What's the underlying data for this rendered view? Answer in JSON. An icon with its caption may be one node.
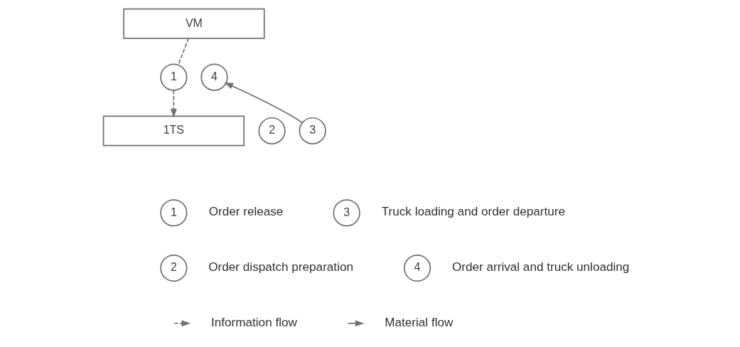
{
  "diagram": {
    "nodes": [
      {
        "text": [
          "VM"
        ]
      },
      {
        "text": [
          "1TS"
        ]
      },
      {
        "text": [
          "1"
        ]
      },
      {
        "text": [
          "2"
        ]
      },
      {
        "text": [
          "3"
        ]
      },
      {
        "text": [
          "4"
        ]
      },
      {
        "text": [
          "1"
        ],
        "beside": [
          "Order release"
        ]
      },
      {
        "text": [
          "2"
        ],
        "beside": [
          "Order dispatch preparation"
        ]
      },
      {
        "text": [
          "3"
        ],
        "beside": [
          "Truck loading and order departure"
        ]
      },
      {
        "text": [
          "4"
        ],
        "beside": [
          "Order arrival and truck unloading"
        ]
      }
    ],
    "edges": [
      {
        "from": 0,
        "to": 2,
        "arrow": "none",
        "style": "dashed"
      },
      {
        "from": 2,
        "to": 1,
        "arrow": "to",
        "style": "dashed"
      },
      {
        "from": 4,
        "to": 5,
        "arrow": "to"
      }
    ],
    "legend": [
      {
        "text": "Information flow"
      },
      {
        "text": "Material flow"
      }
    ]
  }
}
